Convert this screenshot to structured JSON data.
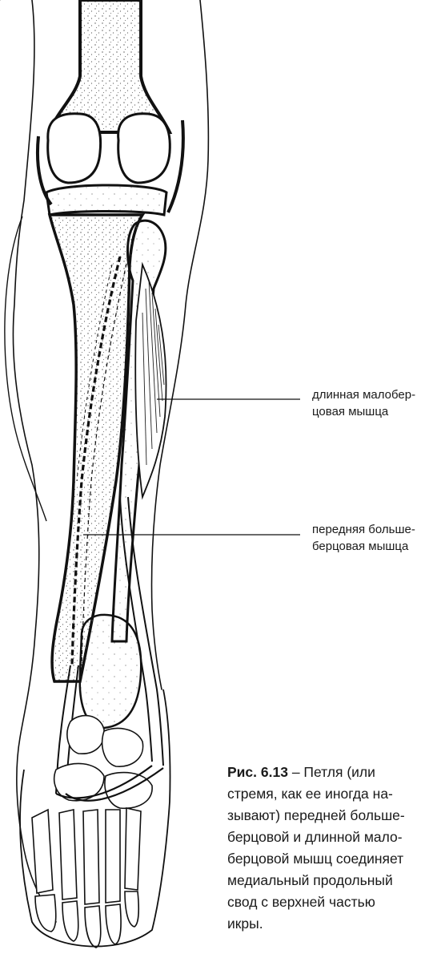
{
  "labels": {
    "peroneus_longus": [
      "длинная малобер-",
      "цовая мышца"
    ],
    "tibialis_anterior": [
      "передняя больше-",
      "берцовая мышца"
    ]
  },
  "caption": {
    "number": "Рис. 6.13",
    "lines": [
      " – Петля (или",
      "стремя, как ее иногда на-",
      "зывают) передней больше-",
      "берцовой и длинной мало-",
      "берцовой мышц соединяет",
      "медиальный продольный",
      "свод с верхней частью",
      "икры."
    ]
  },
  "colors": {
    "ink": "#111111",
    "stipple": "#555555",
    "background": "#ffffff"
  }
}
